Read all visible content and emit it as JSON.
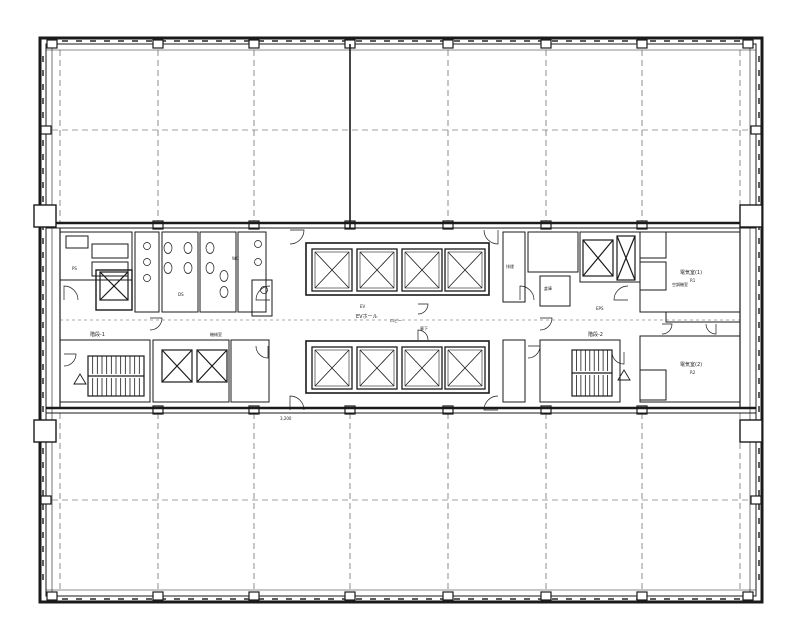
{
  "plan": {
    "elevator_hall_label": "EVホール",
    "elevator_hall_sub": "EV",
    "stair_left_label": "階段-1",
    "stair_right_label": "階段-2",
    "electric_room_1": "電気室(1)",
    "electric_room_1_sub": "R1",
    "electric_room_2": "電気室(2)",
    "electric_room_2_sub": "R2",
    "shaft_label": "PS",
    "ds_label": "DS",
    "eps_label": "EPS",
    "wc_label": "WC",
    "storage_label": "倉庫",
    "corridor_label": "廊下",
    "ac_label": "空調機室",
    "mech_label": "機械室",
    "exhaust_label": "排煙",
    "dim_label": "3,200",
    "lobby_label": "ロビー"
  },
  "colors": {
    "ink": "#1a1a1a",
    "paper": "#ffffff"
  }
}
